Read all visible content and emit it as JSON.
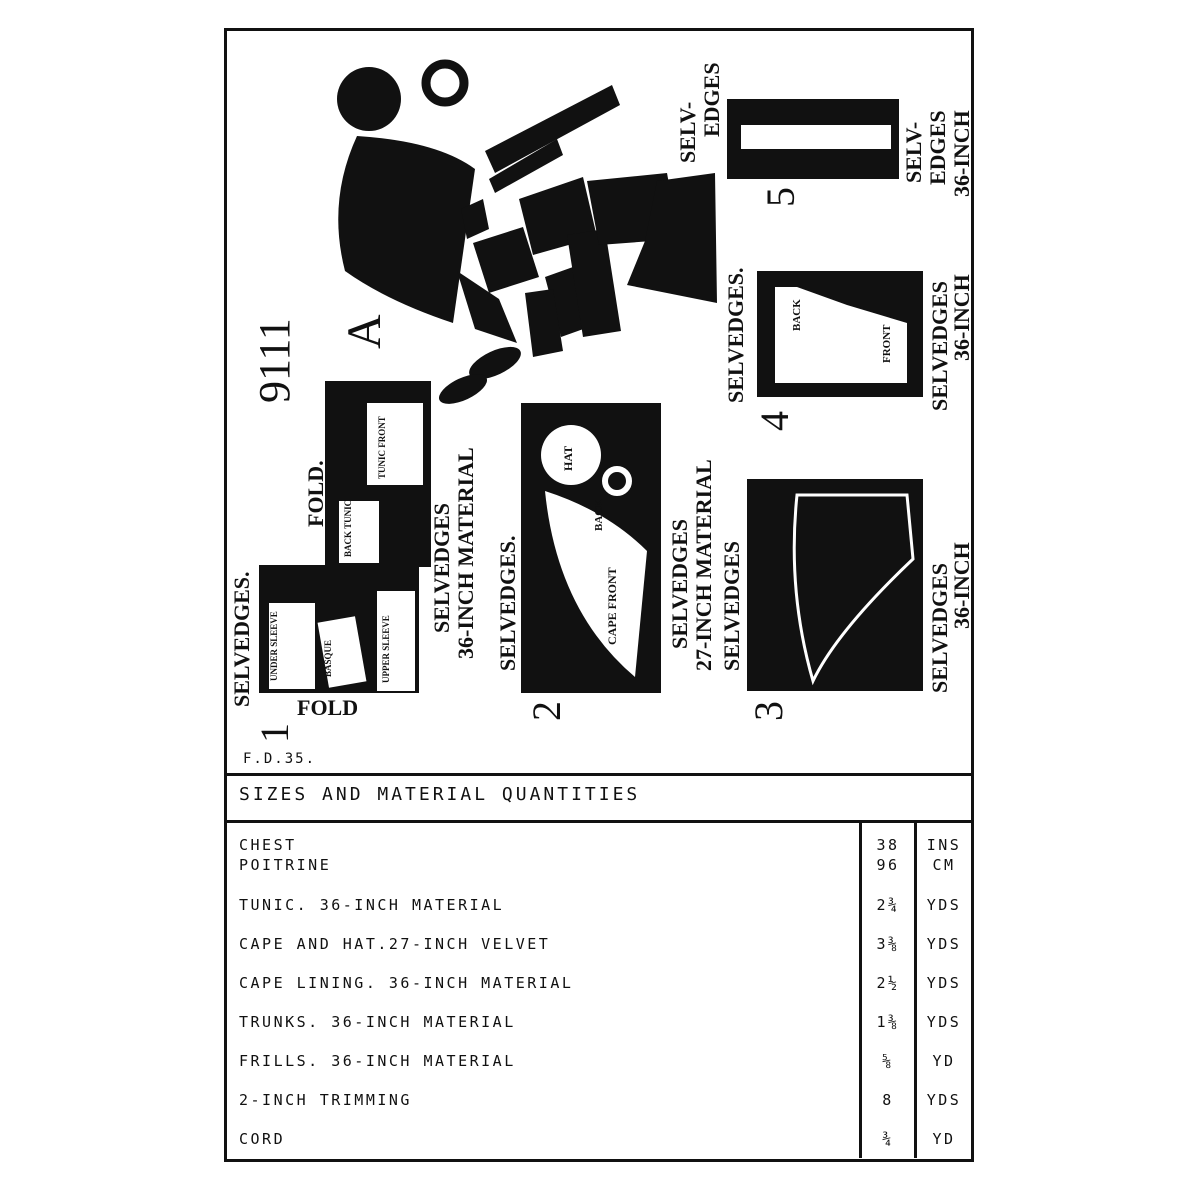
{
  "pattern_number": "9111",
  "view_letter": "A",
  "form_code": "F.D.35.",
  "layouts": [
    {
      "number": "1",
      "selvedge_left": "SELVEDGES.",
      "selvedge_right_1": "SELVEDGES",
      "selvedge_right_2": "36-INCH MATERIAL",
      "fold_top": "FOLD.",
      "fold_bottom": "FOLD",
      "pieces": [
        "UNDER SLEEVE",
        "BASQUE",
        "UPPER SLEEVE",
        "BACK TUNIC",
        "TUNIC FRONT"
      ]
    },
    {
      "number": "2",
      "selvedge_left": "SELVEDGES.",
      "selvedge_right_1": "SELVEDGES",
      "selvedge_right_2": "27-INCH MATERIAL",
      "pieces": [
        "HAT",
        "BACK",
        "CAPE FRONT"
      ]
    },
    {
      "number": "3",
      "selvedge_left": "SELVEDGES",
      "selvedge_right_1": "SELVEDGES",
      "selvedge_right_2": "36-INCH"
    },
    {
      "number": "4",
      "selvedge_left": "SELVEDGES.",
      "selvedge_right_1": "SELVEDGES",
      "selvedge_right_2": "36-INCH",
      "pieces": [
        "BACK",
        "FRONT"
      ]
    },
    {
      "number": "5",
      "selvedge_left_1": "SELV-",
      "selvedge_left_2": "EDGES",
      "selvedge_right_1": "SELV-",
      "selvedge_right_2": "EDGES",
      "selvedge_right_3": "36-INCH"
    }
  ],
  "table": {
    "title": "SIZES AND MATERIAL QUANTITIES",
    "size_row": {
      "label_1": "CHEST",
      "label_2": "POITRINE",
      "value_1": "38",
      "value_2": "96",
      "unit_1": "INS",
      "unit_2": "CM"
    },
    "rows": [
      {
        "label": "TUNIC. 36-INCH MATERIAL",
        "amount": "2¾",
        "unit": "YDS"
      },
      {
        "label": "CAPE AND HAT.27-INCH VELVET",
        "amount": "3⅜",
        "unit": "YDS"
      },
      {
        "label": "CAPE LINING. 36-INCH MATERIAL",
        "amount": "2½",
        "unit": "YDS"
      },
      {
        "label": "TRUNKS. 36-INCH MATERIAL",
        "amount": "1⅜",
        "unit": "YDS"
      },
      {
        "label": "FRILLS. 36-INCH MATERIAL",
        "amount": "⅝",
        "unit": "YD"
      },
      {
        "label": "2-INCH TRIMMING",
        "amount": "8",
        "unit": "YDS"
      },
      {
        "label": "CORD",
        "amount": "¾",
        "unit": "YD"
      }
    ]
  }
}
